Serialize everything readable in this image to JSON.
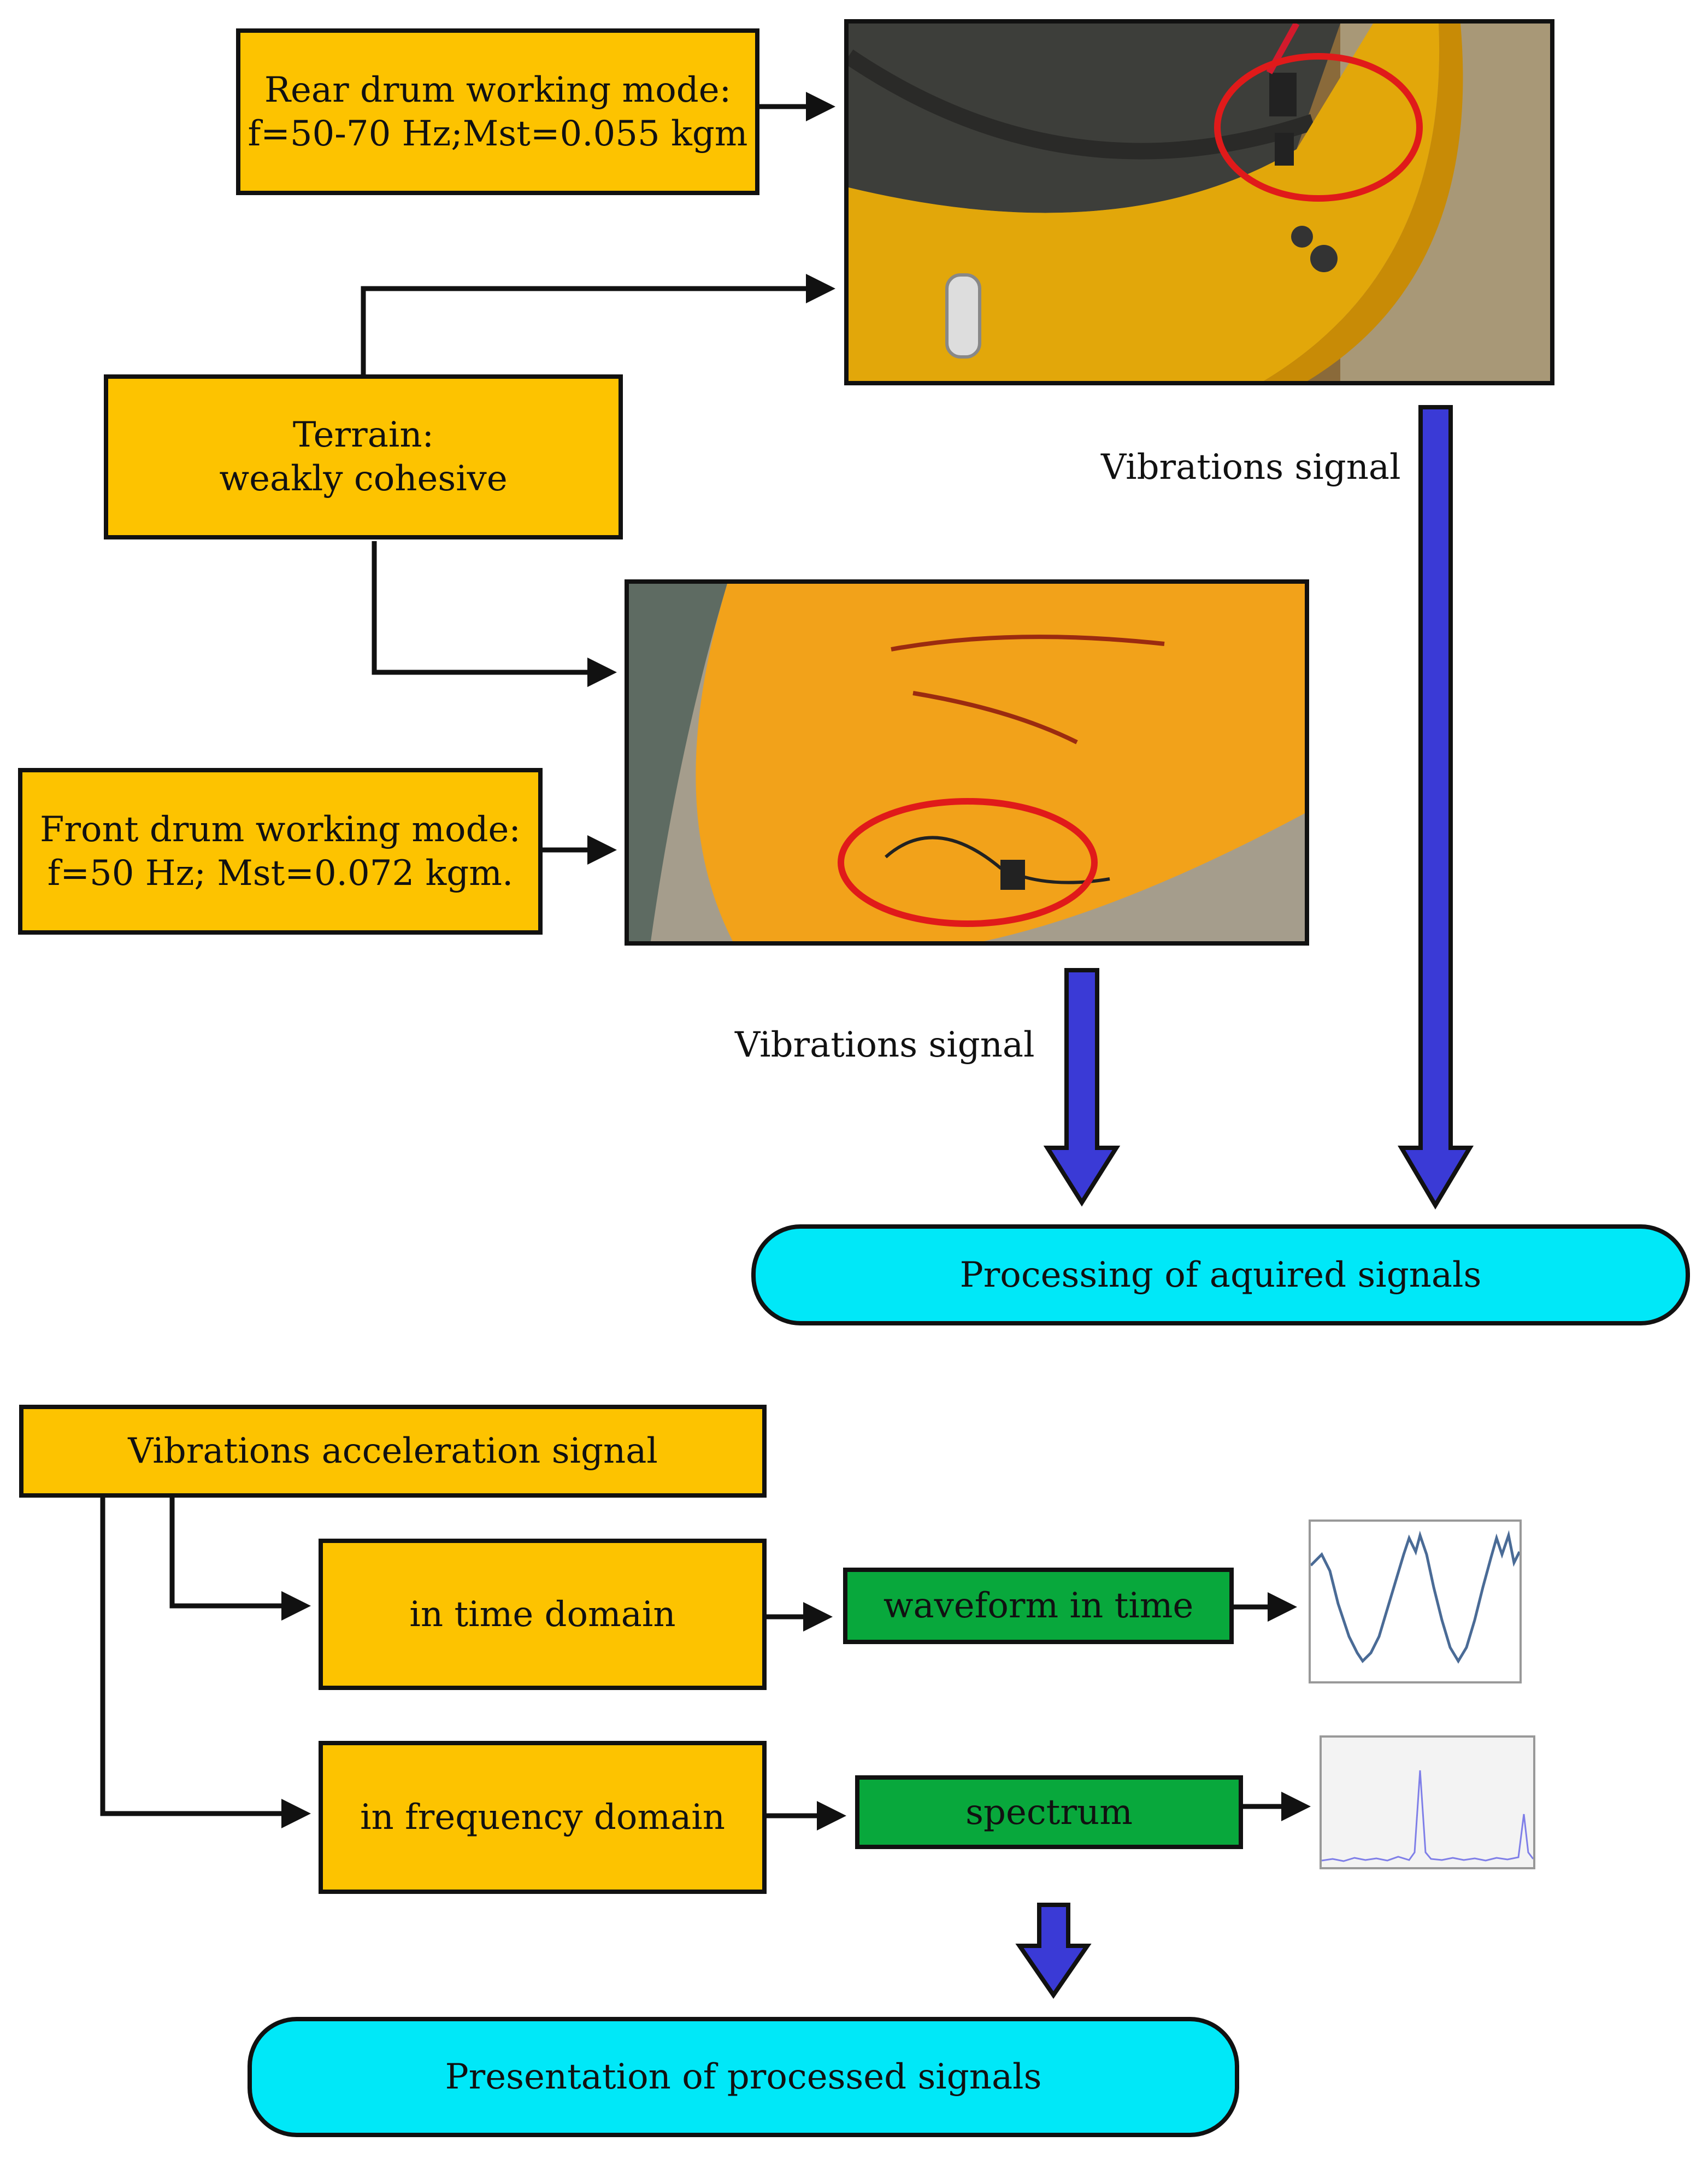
{
  "rear_mode": {
    "line1": "Rear drum working mode:",
    "line2": "f=50-70 Hz;Mst=0.055 kgm"
  },
  "terrain": {
    "line1": "Terrain:",
    "line2": "weakly cohesive"
  },
  "front_mode": {
    "line1": "Front drum working mode:",
    "line2": "f=50 Hz; Mst=0.072 kgm."
  },
  "signal_label_rear": "Vibrations signal",
  "signal_label_front": "Vibrations signal",
  "processing": "Processing of aquired signals",
  "acceleration": "Vibrations acceleration signal",
  "time_domain": "in time domain",
  "freq_domain": "in frequency domain",
  "waveform": "waveform in time",
  "spectrum": "spectrum",
  "presentation": "Presentation of processed signals",
  "colors": {
    "box": "#fdc300",
    "green": "#08a83c",
    "pill": "#00e8f8",
    "arrow_blue": "#3a3ad6",
    "circle": "#e01a1a"
  }
}
